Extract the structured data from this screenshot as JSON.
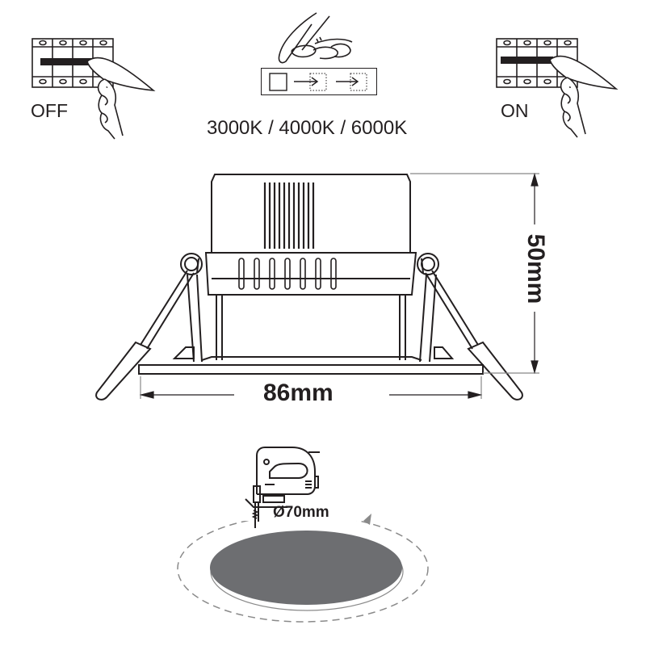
{
  "switch_off": {
    "label": "OFF"
  },
  "switch_on": {
    "label": "ON"
  },
  "color_temp": {
    "label": "3000K / 4000K / 6000K",
    "options": [
      "3000K",
      "4000K",
      "6000K"
    ]
  },
  "dimensions": {
    "height_label": "50mm",
    "width_label": "86mm",
    "cutout_label": "Ø70mm"
  },
  "colors": {
    "line": "#231f20",
    "hole_fill": "#6d6e71",
    "dashed": "#8a8a8a"
  },
  "icons": [
    "breaker-switch-icon",
    "hand-icon",
    "color-switch-icon",
    "jigsaw-icon",
    "downlight-side-view",
    "cutout-hole"
  ]
}
